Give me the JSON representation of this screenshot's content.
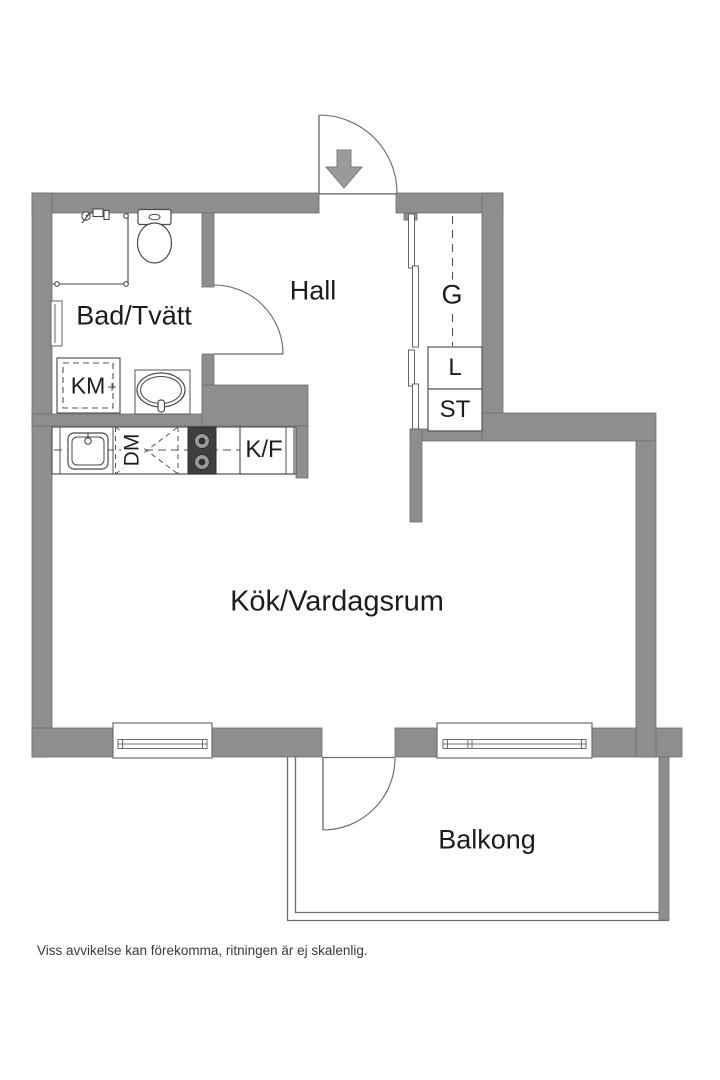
{
  "floorplan": {
    "labels": {
      "bathroom": "Bad/Tvätt",
      "hall": "Hall",
      "kitchen_living": "Kök/Vardagsrum",
      "balcony": "Balkong",
      "wardrobe": "G",
      "linen_closet": "L",
      "cleaning_closet": "ST",
      "washing_machine": "KM",
      "dishwasher": "DM",
      "fridge_freezer": "K/F"
    },
    "disclaimer": "Viss avvikelse kan förekomma, ritningen är ej skalenlig.",
    "colors": {
      "background": "#ffffff",
      "wall_fill": "#8e8e8e",
      "wall_outline": "#6e6e6e",
      "fixture_line": "#4a4a4a",
      "thin_line": "#555555",
      "stove_fill": "#3f3f3f",
      "burner_ring": "#9a9a9a",
      "arrow_fill": "#9a9a9a",
      "text": "#1c1c1c"
    }
  }
}
